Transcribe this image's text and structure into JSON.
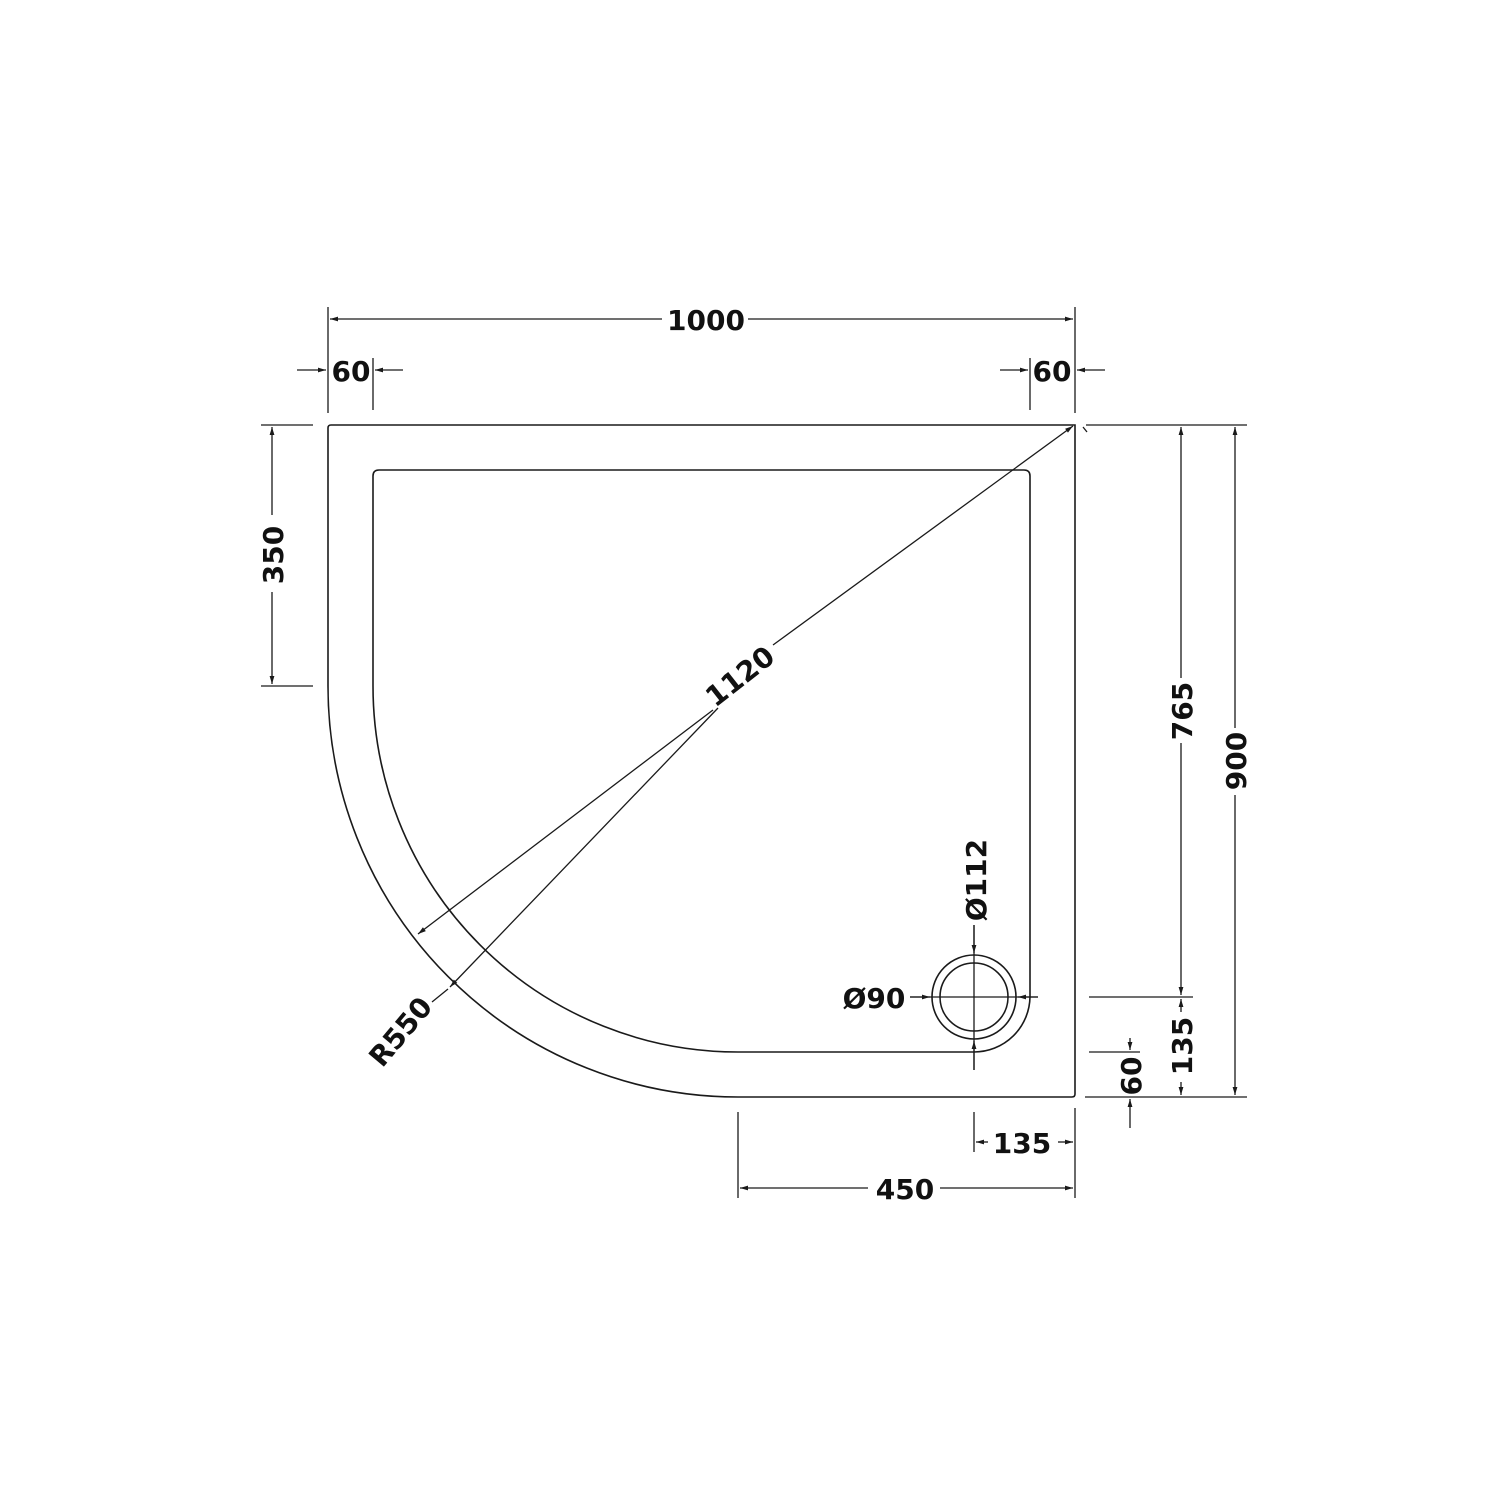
{
  "drawing": {
    "title": "Offset quadrant shower tray - plan view",
    "colors": {
      "line": "#1a1a1a",
      "background": "#ffffff"
    },
    "dimensions": {
      "overall_width": "1000",
      "left_rim": "60",
      "right_rim": "60",
      "straight_side": "350",
      "diagonal": "1120",
      "radius": "R550",
      "waste_outer": "Ø112",
      "waste_inner": "Ø90",
      "inner_depth": "765",
      "overall_depth": "900",
      "waste_to_front": "135",
      "front_rim": "60",
      "waste_to_side": "135",
      "front_straight": "450"
    }
  }
}
